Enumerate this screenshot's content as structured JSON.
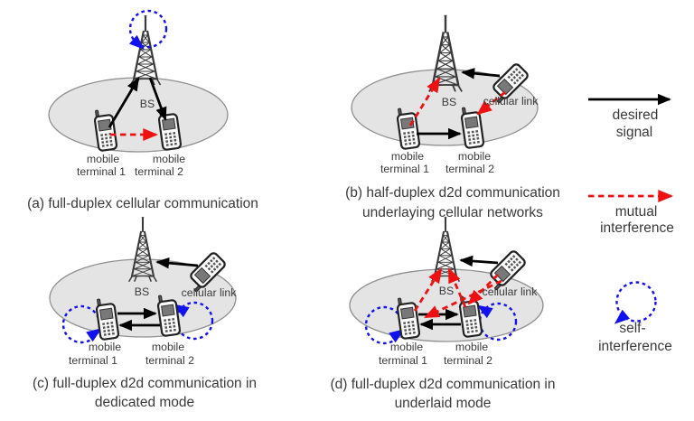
{
  "figure_type": "d2d-communication-modes-diagram",
  "colors": {
    "desired_signal": "#000000",
    "mutual_interference": "#ee1111",
    "self_interference": "#1212ee",
    "cell_fill": "#e4e4e4",
    "cell_stroke": "#909090",
    "text": "#3a3a3a"
  },
  "panels": {
    "a": {
      "caption": "(a) full-duplex cellular communication",
      "bs_label": "BS",
      "terminal1_line1": "mobile",
      "terminal1_line2": "terminal 1",
      "terminal2_line1": "mobile",
      "terminal2_line2": "terminal 2"
    },
    "b": {
      "caption_line1": "(b) half-duplex d2d communication",
      "caption_line2": "underlaying cellular networks",
      "bs_label": "BS",
      "cellular_link_label": "cellular link",
      "terminal1_line1": "mobile",
      "terminal1_line2": "terminal 1",
      "terminal2_line1": "mobile",
      "terminal2_line2": "terminal 2"
    },
    "c": {
      "caption_line1": "(c) full-duplex d2d communication in",
      "caption_line2": "dedicated mode",
      "bs_label": "BS",
      "cellular_link_label": "cellular link",
      "terminal1_line1": "mobile",
      "terminal1_line2": "terminal 1",
      "terminal2_line1": "mobile",
      "terminal2_line2": "terminal 2"
    },
    "d": {
      "caption_line1": "(d) full-duplex d2d communication in",
      "caption_line2": "underlaid mode",
      "bs_label": "BS",
      "cellular_link_label": "cellular link",
      "terminal1_line1": "mobile",
      "terminal1_line2": "terminal 1",
      "terminal2_line1": "mobile",
      "terminal2_line2": "terminal 2"
    }
  },
  "legend": {
    "desired_line1": "desired",
    "desired_line2": "signal",
    "mutual_line1": "mutual",
    "mutual_line2": "interference",
    "self_line1": "self-",
    "self_line2": "interference"
  }
}
